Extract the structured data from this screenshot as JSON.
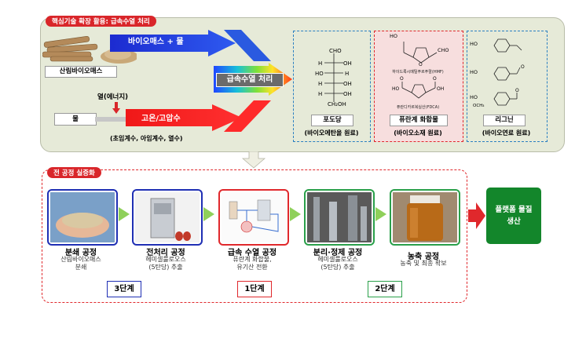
{
  "top": {
    "title": "핵심기술 확장 활용: 급속수열 처리",
    "biomass_water_label": "바이오매스 + 물",
    "forest_biomass_label": "산림바이오매스",
    "heat_label": "열(에너지)",
    "water_label": "물",
    "high_temp_pressure_label": "고온/고압수",
    "water_types_label": "(초임계수, 아임계수, 열수)",
    "process_label": "급속수열 처리",
    "products": [
      {
        "name": "포도당",
        "use": "(바이오에탄올 원료)",
        "border_color": "#2a7fc1",
        "formula_atoms": [
          "CHO",
          "H",
          "OH",
          "HO",
          "H",
          "H",
          "OH",
          "H",
          "OH",
          "CH₂OH"
        ]
      },
      {
        "name": "퓨란계 화합물",
        "use": "(바이오소재 원료)",
        "border_color": "#e0282c",
        "compounds": [
          "하이드록시메틸푸르푸랄(HMF)",
          "퓨란디카르복실산(FDCA)"
        ],
        "atoms": [
          "HO",
          "CHO",
          "O",
          "O",
          "O",
          "OH",
          "HO"
        ]
      },
      {
        "name": "리그닌",
        "use": "(바이오연료 원료)",
        "border_color": "#2a7fc1",
        "atoms": [
          "HO",
          "HO",
          "HO",
          "OCH₃",
          "O",
          "O"
        ]
      }
    ]
  },
  "arrow_label": "",
  "bottom": {
    "title": "전 공정 실증화",
    "steps": [
      {
        "title": "분쇄 공정",
        "desc": [
          "산림바이오매스",
          "분쇄"
        ],
        "border_color": "#1f2fb4"
      },
      {
        "title": "전처리 공정",
        "desc": [
          "헤미셀룰로오스",
          "(5탄당) 추출"
        ],
        "border_color": "#1f2fb4"
      },
      {
        "title": "급속 수열 공정",
        "desc": [
          "퓨란계 화합물,",
          "유기산 전환"
        ],
        "border_color": "#e0282c"
      },
      {
        "title": "분리·정제 공정",
        "desc": [
          "헤미셀룰로오스",
          "(5탄당) 추출"
        ],
        "border_color": "#2aa04a"
      },
      {
        "title": "농축 공정",
        "desc": [
          "농축 및 최종 확보"
        ],
        "border_color": "#2aa04a"
      }
    ],
    "stages": [
      {
        "label": "3단계",
        "color": "#1f2fb4"
      },
      {
        "label": "1단계",
        "color": "#e0282c"
      },
      {
        "label": "2단계",
        "color": "#2aa04a"
      }
    ],
    "result": {
      "label_line1": "플랫폼 물질",
      "label_line2": "생산",
      "color": "#13862b"
    }
  },
  "colors": {
    "accent_red": "#e0282c",
    "blue": "#1f2fb4",
    "green": "#2aa04a",
    "dash_blue": "#2a7fc1"
  }
}
